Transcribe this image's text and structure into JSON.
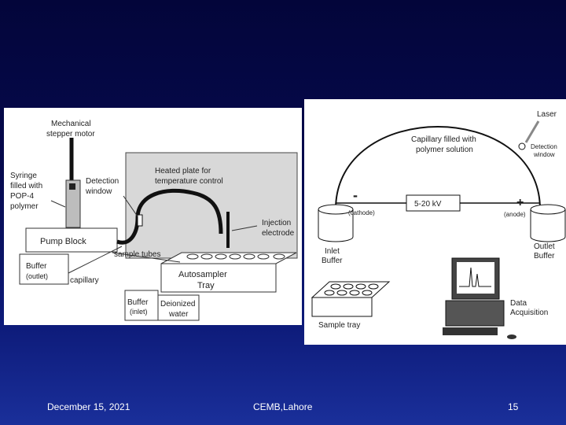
{
  "left_diagram": {
    "motor_label_1": "Mechanical",
    "motor_label_2": "stepper motor",
    "syringe_label_1": "Syringe",
    "syringe_label_2": "filled with",
    "syringe_label_3": "POP-4",
    "syringe_label_4": "polymer",
    "detection_label_1": "Detection",
    "detection_label_2": "window",
    "heated_label_1": "Heated plate for",
    "heated_label_2": "temperature control",
    "injection_label_1": "Injection",
    "injection_label_2": "electrode",
    "pump_block": "Pump Block",
    "sample_tubes": "sample tubes",
    "buffer_outlet_1": "Buffer",
    "buffer_outlet_2": "(outlet)",
    "capillary": "capillary",
    "autosampler_1": "Autosampler",
    "autosampler_2": "Tray",
    "buffer_inlet_1": "Buffer",
    "buffer_inlet_2": "(inlet)",
    "water_1": "Deionized",
    "water_2": "water"
  },
  "right_diagram": {
    "laser": "Laser",
    "capillary_1": "Capillary filled with",
    "capillary_2": "polymer solution",
    "detection_1": "Detection",
    "detection_2": "window",
    "minus": "-",
    "plus": "+",
    "cathode": "(cathode)",
    "anode": "(anode)",
    "voltage": "5-20 kV",
    "inlet_1": "Inlet",
    "inlet_2": "Buffer",
    "outlet_1": "Outlet",
    "outlet_2": "Buffer",
    "sample_tray": "Sample tray",
    "data_1": "Data",
    "data_2": "Acquisition"
  },
  "footer": {
    "date": "December 15, 2021",
    "org": "CEMB,Lahore",
    "page": "15"
  }
}
